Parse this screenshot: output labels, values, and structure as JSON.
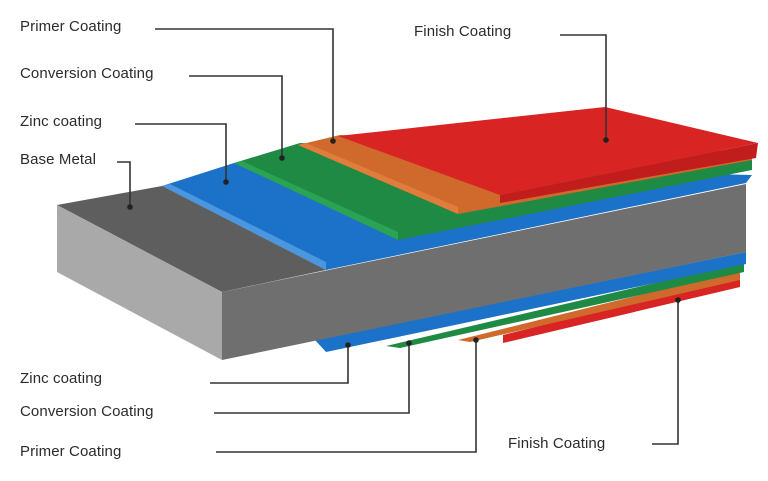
{
  "labels": {
    "top_primer": "Primer Coating",
    "top_conversion": "Conversion Coating",
    "top_zinc": "Zinc coating",
    "top_base": "Base Metal",
    "top_finish": "Finish Coating",
    "bottom_zinc": "Zinc coating",
    "bottom_conversion": "Conversion Coating",
    "bottom_primer": "Primer Coating",
    "bottom_finish": "Finish Coating"
  },
  "colors": {
    "base_metal_top": "#5e5e5e",
    "base_metal_front": "#a9a9a9",
    "base_metal_side": "#6f6f6f",
    "zinc": "#1c72c8",
    "zinc_edge": "#4a97e0",
    "conversion": "#1f8a43",
    "primer": "#cf6a2c",
    "finish": "#d92424",
    "leader_line": "#333333"
  }
}
